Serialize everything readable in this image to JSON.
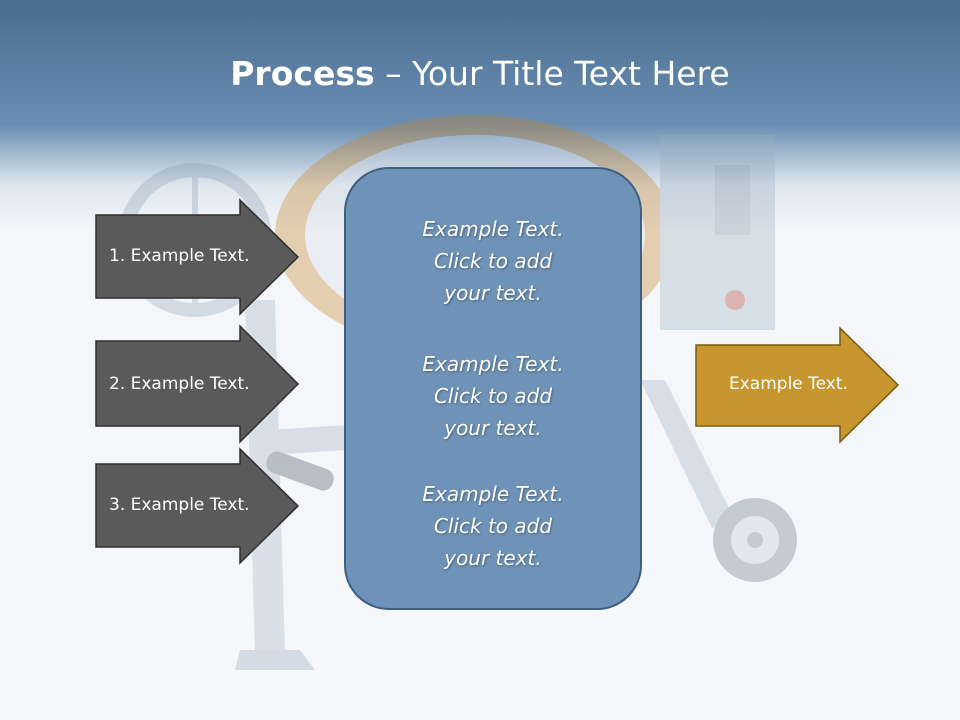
{
  "title": {
    "strong": "Process",
    "rest": " – Your Title Text Here"
  },
  "left_arrows": [
    {
      "label": "1. Example Text."
    },
    {
      "label": "2. Example Text."
    },
    {
      "label": "3. Example Text."
    }
  ],
  "center_blocks": [
    {
      "lines": [
        "Example Text.",
        "Click  to add",
        "your text."
      ]
    },
    {
      "lines": [
        "Example Text.",
        "Click  to add",
        "your text."
      ]
    },
    {
      "lines": [
        "Example Text.",
        "Click  to add",
        "your text."
      ]
    }
  ],
  "right_arrow": {
    "label": "Example Text."
  },
  "colors": {
    "header": "#4a6d8f",
    "left_arrow_fill": "#5a5a5a",
    "center_fill": "#6f93b8",
    "right_arrow_fill": "#c8962e"
  }
}
